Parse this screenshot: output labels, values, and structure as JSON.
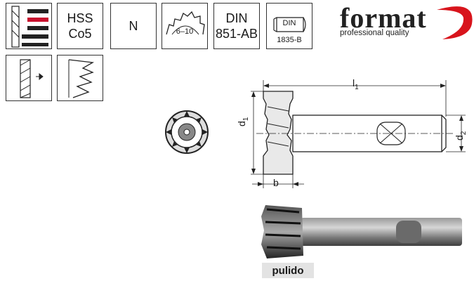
{
  "icons": {
    "material_line1": "HSS",
    "material_line2": "Co5",
    "type": "N",
    "teeth": "6–10",
    "standard_line1": "DIN",
    "standard_line2": "851-AB",
    "shank_label": "DIN",
    "shank_norm": "1835-B"
  },
  "brand": {
    "name": "format",
    "tagline": "professional quality",
    "swoosh_color": "#d8141c"
  },
  "dimensions": {
    "length": "l",
    "length_sub": "1",
    "diameter": "d",
    "diameter_sub": "1",
    "shank": "d",
    "shank_sub": "2",
    "width": "b"
  },
  "finish": "pulido"
}
